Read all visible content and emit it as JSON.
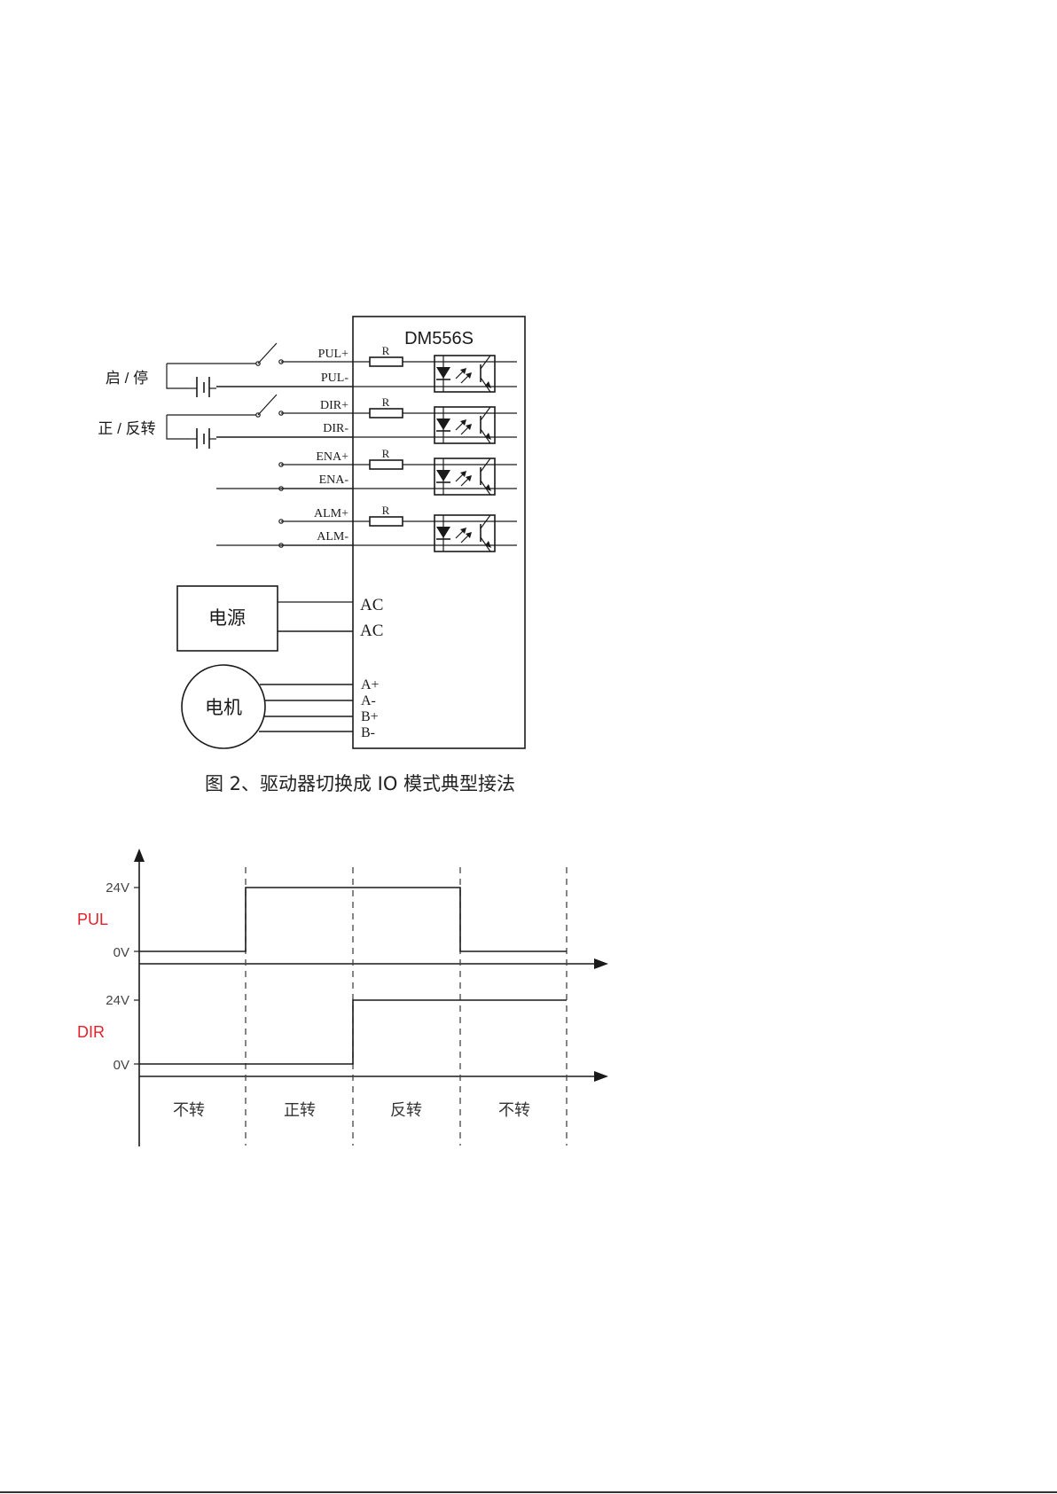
{
  "schematic": {
    "driver_model": "DM556S",
    "groups": [
      "启 / 停",
      "正 / 反转"
    ],
    "pins": [
      {
        "plus": "PUL+",
        "minus": "PUL-"
      },
      {
        "plus": "DIR+",
        "minus": "DIR-"
      },
      {
        "plus": "ENA+",
        "minus": "ENA-"
      },
      {
        "plus": "ALM+",
        "minus": "ALM-"
      }
    ],
    "resistor_label": "R",
    "power_box": "电源",
    "power_pins": [
      "AC",
      "AC"
    ],
    "motor": "电机",
    "motor_pins": [
      "A+",
      "A-",
      "B+",
      "B-"
    ]
  },
  "caption": "图 2、驱动器切换成 IO 模式典型接法",
  "timing": {
    "signals": [
      {
        "name": "PUL",
        "high": "24V",
        "low": "0V",
        "levels": [
          0,
          1,
          1,
          0
        ]
      },
      {
        "name": "DIR",
        "high": "24V",
        "low": "0V",
        "levels": [
          0,
          0,
          1,
          1
        ]
      }
    ],
    "phases": [
      "不转",
      "正转",
      "反转",
      "不转"
    ],
    "signal_color": "#e0222d"
  }
}
